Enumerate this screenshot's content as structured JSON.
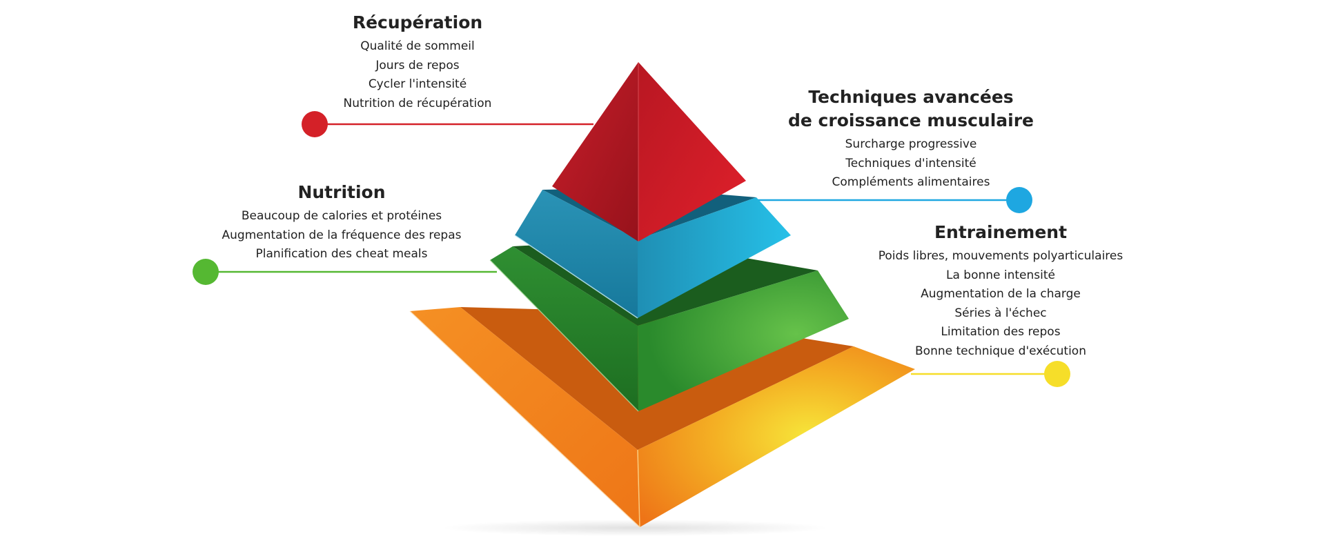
{
  "colors": {
    "recuperation": "#d42128",
    "techniques": "#1ea7e1",
    "nutrition": "#55b832",
    "entrainement": "#f6de29"
  },
  "sections": {
    "recuperation": {
      "title": "Récupération",
      "items": [
        "Qualité de sommeil",
        "Jours de repos",
        "Cycler l'intensité",
        "Nutrition de récupération"
      ]
    },
    "techniques": {
      "title_line1": "Techniques avancées",
      "title_line2": "de croissance musculaire",
      "items": [
        "Surcharge progressive",
        "Techniques d'intensité",
        "Compléments alimentaires"
      ]
    },
    "nutrition": {
      "title": "Nutrition",
      "items": [
        "Beaucoup de calories et protéines",
        "Augmentation de la fréquence des repas",
        "Planification des cheat meals"
      ]
    },
    "entrainement": {
      "title": "Entrainement",
      "items": [
        "Poids libres, mouvements polyarticulaires",
        "La bonne intensité",
        "Augmentation de la charge",
        "Séries à l'échec",
        "Limitation des repos",
        "Bonne technique d'exécution"
      ]
    }
  }
}
